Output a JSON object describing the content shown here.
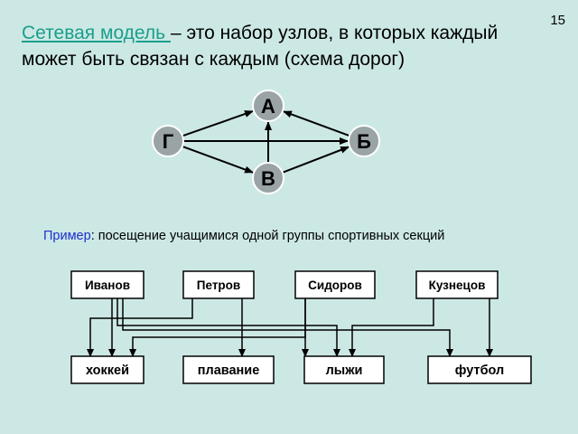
{
  "slide_number": "15",
  "title": {
    "term": "Сетевая модель ",
    "rest": "– это набор узлов, в которых каждый может быть связан с каждым (схема дорог)"
  },
  "graph": {
    "nodes": [
      {
        "id": "A",
        "label": "А"
      },
      {
        "id": "B",
        "label": "Б"
      },
      {
        "id": "V",
        "label": "В"
      },
      {
        "id": "G",
        "label": "Г"
      }
    ],
    "edges": [
      {
        "from": "G",
        "to": "A"
      },
      {
        "from": "G",
        "to": "B"
      },
      {
        "from": "G",
        "to": "V"
      },
      {
        "from": "V",
        "to": "A"
      },
      {
        "from": "V",
        "to": "B"
      },
      {
        "from": "B",
        "to": "A"
      }
    ],
    "colors": {
      "node_fill": "#9aa3a5",
      "node_stroke": "#ffffff",
      "edge": "#000000"
    }
  },
  "example": {
    "lead": "Пример",
    "text": ": посещение учащимися одной группы спортивных секций"
  },
  "students": [
    {
      "id": "ivanov",
      "label": "Иванов"
    },
    {
      "id": "petrov",
      "label": "Петров"
    },
    {
      "id": "sidorov",
      "label": "Сидоров"
    },
    {
      "id": "kuznetsov",
      "label": "Кузнецов"
    }
  ],
  "sections": [
    {
      "id": "hockey",
      "label": "хоккей"
    },
    {
      "id": "swimming",
      "label": "плавание"
    },
    {
      "id": "skiing",
      "label": "лыжи"
    },
    {
      "id": "football",
      "label": "футбол"
    }
  ],
  "links": [
    {
      "from": "ivanov",
      "to": "hockey"
    },
    {
      "from": "ivanov",
      "to": "skiing"
    },
    {
      "from": "ivanov",
      "to": "football"
    },
    {
      "from": "petrov",
      "to": "hockey"
    },
    {
      "from": "petrov",
      "to": "swimming"
    },
    {
      "from": "sidorov",
      "to": "hockey"
    },
    {
      "from": "sidorov",
      "to": "skiing"
    },
    {
      "from": "kuznetsov",
      "to": "skiing"
    },
    {
      "from": "kuznetsov",
      "to": "football"
    }
  ]
}
